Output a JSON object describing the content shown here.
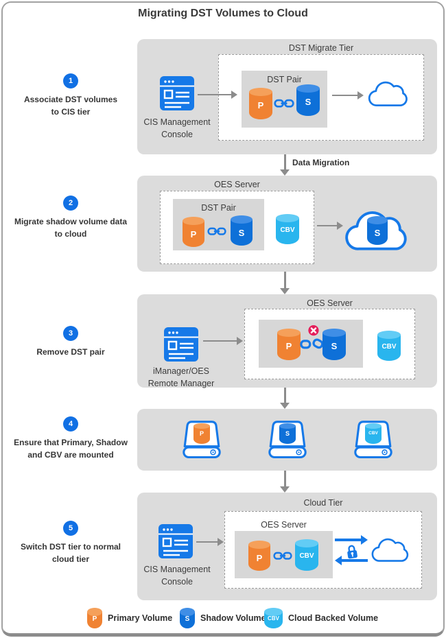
{
  "title": "Migrating DST Volumes to Cloud",
  "steps": [
    {
      "number": "1",
      "label": "Associate DST volumes\nto CIS tier"
    },
    {
      "number": "2",
      "label": "Migrate shadow volume data\nto cloud"
    },
    {
      "number": "3",
      "label": "Remove DST pair"
    },
    {
      "number": "4",
      "label": "Ensure that Primary, Shadow\nand CBV are mounted"
    },
    {
      "number": "5",
      "label": "Switch DST tier to normal\ncloud tier"
    }
  ],
  "volumes": {
    "primary": "P",
    "shadow": "S",
    "cbv": "CBV"
  },
  "flow": {
    "data_migration_label": "Data Migration"
  },
  "panel1": {
    "tier_label": "DST Migrate Tier",
    "console_label": "CIS Management\nConsole",
    "pair_label": "DST Pair"
  },
  "panel2": {
    "server_label": "OES Server",
    "pair_label": "DST Pair"
  },
  "panel3": {
    "server_label": "OES Server",
    "console_label": "iManager/OES\nRemote Manager"
  },
  "panel5": {
    "tier_label": "Cloud Tier",
    "server_label": "OES Server",
    "console_label": "CIS Management\nConsole"
  },
  "legend": [
    {
      "badge": "P",
      "label": "Primary Volume"
    },
    {
      "badge": "S",
      "label": "Shadow Volume"
    },
    {
      "badge": "CBV",
      "label": "Cloud Backed Volume"
    }
  ],
  "colors": {
    "primary_volume": "#F08232",
    "shadow_volume": "#0E70D8",
    "cloud_backed_volume": "#29B5EE",
    "accent_blue": "#1679E8",
    "step_badge_blue": "#1170E4",
    "panel_gray": "#DCDCDC",
    "error_red": "#E51E5A"
  }
}
